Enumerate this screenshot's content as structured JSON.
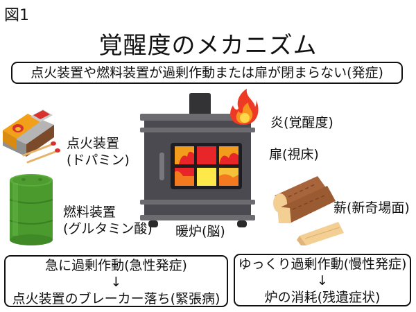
{
  "figure_label": "図1",
  "title": "覚醒度のメカニズム",
  "summary_box": {
    "text": "点火装置や燃料装置が過剰作動または扉が閉まらない(発症)"
  },
  "components": {
    "ignition": {
      "line1": "点火装置",
      "line2": "(ドパミン)",
      "icon": "matchbox-and-matches"
    },
    "fuel": {
      "line1": "燃料装置",
      "line2": "(グルタミン酸)",
      "icon": "green-fuel-drum"
    },
    "stove": {
      "label": "暖炉(脳)",
      "icon": "wood-stove"
    },
    "flame": {
      "label": "炎(覚醒度)",
      "icon": "flame"
    },
    "door": {
      "label": "扉(視床)"
    },
    "firewood": {
      "label": "薪(新奇場面)",
      "icon": "firewood-logs"
    }
  },
  "outcomes": {
    "acute": {
      "line1": "急に過剰作動(急性発症)",
      "arrow": "↓",
      "line2": "点火装置のブレーカー落ち(緊張病)"
    },
    "chronic": {
      "line1": "ゆっくり過剰作動(慢性発症)",
      "arrow": "↓",
      "line2": "炉の消耗(残遺症状)"
    }
  },
  "colors": {
    "stove_body": "#4a4a50",
    "stove_trim": "#6b6b70",
    "window_frame": "#1e1e22",
    "fire_red": "#e8262a",
    "fire_orange": "#f29b1d",
    "fire_yellow": "#ffe94a",
    "drum_green": "#4a9a2e",
    "matchbox_orange": "#f2a01a",
    "wood_bark": "#a8643a",
    "wood_cut": "#f3cf94"
  }
}
